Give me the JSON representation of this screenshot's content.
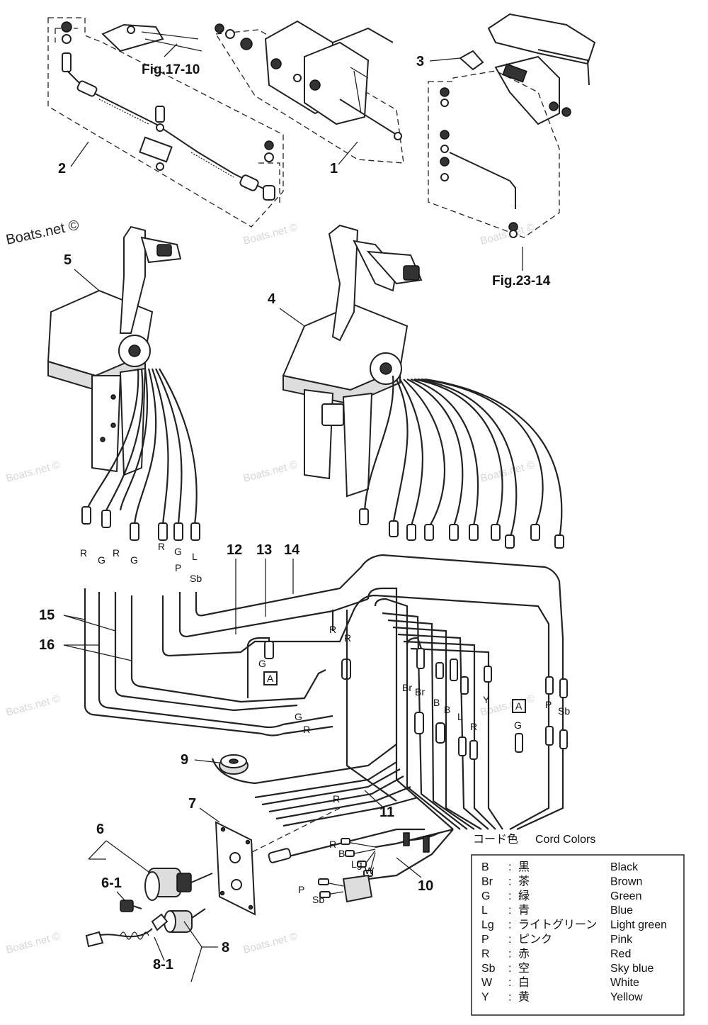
{
  "watermarks": {
    "top_left": "Boats.net ©",
    "faint": "Boats.net ©"
  },
  "figure_refs": {
    "fig_17_10": "Fig.17-10",
    "fig_23_14": "Fig.23-14"
  },
  "callouts": {
    "p1": "1",
    "p2": "2",
    "p3": "3",
    "p4": "4",
    "p5": "5",
    "p6": "6",
    "p6_1": "6-1",
    "p7": "7",
    "p8": "8",
    "p8_1": "8-1",
    "p9": "9",
    "p10": "10",
    "p11": "11",
    "p12": "12",
    "p13": "13",
    "p14": "14",
    "p15": "15",
    "p16": "16"
  },
  "wire_tags": {
    "left_upper": [
      "R",
      "G",
      "R",
      "G",
      "R",
      "G",
      "P",
      "L",
      "Sb"
    ],
    "center": [
      "G",
      "A",
      "R",
      "R"
    ],
    "right_top": [
      "Br",
      "Br",
      "B",
      "B",
      "Y",
      "A",
      "P",
      "Sb",
      "L",
      "R",
      "G"
    ],
    "lower": [
      "G",
      "R",
      "R"
    ],
    "harness": [
      "R",
      "B",
      "Lg",
      "W",
      "P",
      "Sb"
    ]
  },
  "legend": {
    "header_jp": "コード色",
    "header_en": "Cord Colors",
    "rows": [
      {
        "code": "B",
        "sep": ":",
        "jp": "黒",
        "en": "Black"
      },
      {
        "code": "Br",
        "sep": ":",
        "jp": "茶",
        "en": "Brown"
      },
      {
        "code": "G",
        "sep": ":",
        "jp": "緑",
        "en": "Green"
      },
      {
        "code": "L",
        "sep": ":",
        "jp": "青",
        "en": "Blue"
      },
      {
        "code": "Lg",
        "sep": ":",
        "jp": "ライトグリーン",
        "en": "Light green"
      },
      {
        "code": "P",
        "sep": ":",
        "jp": "ピンク",
        "en": "Pink"
      },
      {
        "code": "R",
        "sep": ":",
        "jp": "赤",
        "en": "Red"
      },
      {
        "code": "Sb",
        "sep": ":",
        "jp": "空",
        "en": "Sky blue"
      },
      {
        "code": "W",
        "sep": ":",
        "jp": "白",
        "en": "White"
      },
      {
        "code": "Y",
        "sep": ":",
        "jp": "黄",
        "en": "Yellow"
      }
    ]
  }
}
